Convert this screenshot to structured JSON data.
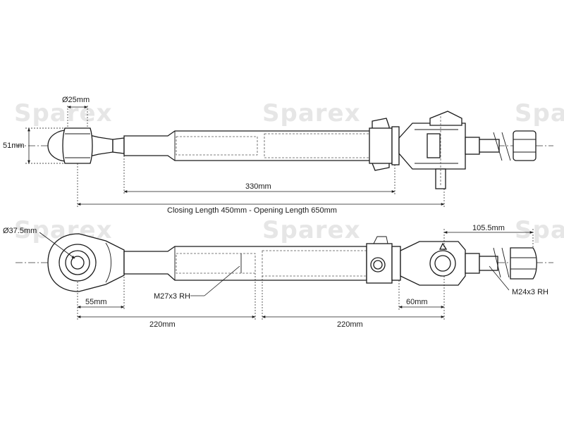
{
  "watermark": {
    "text": "Sparex",
    "color": "#e6e6e6"
  },
  "top_view": {
    "ball_diameter": "Ø25mm",
    "ball_width": "51mm",
    "tube_length": "330mm"
  },
  "overall": {
    "length_label": "Closing Length 450mm - Opening Length 650mm"
  },
  "bottom_view": {
    "ball_diameter": "Ø37.5mm",
    "end_length_left": "55mm",
    "thread_left": "M27x3 RH",
    "section_left": "220mm",
    "section_right": "220mm",
    "end_length_right": "60mm",
    "pin_offset": "105.5mm",
    "thread_right": "M24x3 RH"
  }
}
